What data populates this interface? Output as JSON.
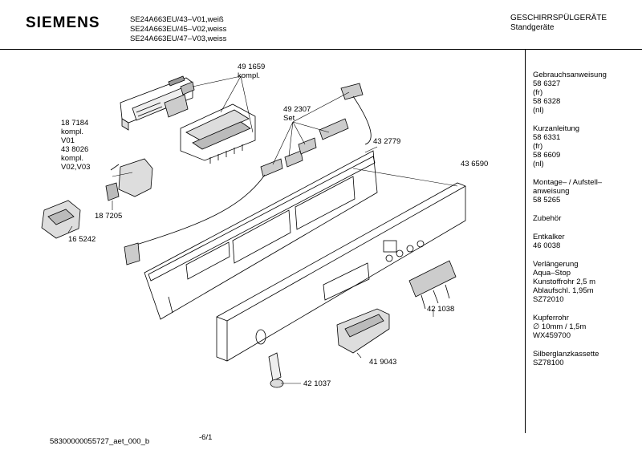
{
  "header": {
    "brand": "SIEMENS",
    "models": [
      "SE24A663EU/43–V01,weiß",
      "SE24A663EU/45–V02,weiss",
      "SE24A663EU/47–V03,weiss"
    ],
    "category": "GESCHIRRSPÜLGERÄTE",
    "subcategory": "Standgeräte"
  },
  "part_labels": {
    "p491659": [
      "49 1659",
      "kompl."
    ],
    "p492307": [
      "49 2307",
      "Set"
    ],
    "p432779": "43 2779",
    "p436590": "43 6590",
    "p187184": [
      "18 7184",
      "kompl.",
      "V01",
      "43 8026",
      "kompl.",
      "V02,V03"
    ],
    "p187205": "18 7205",
    "p165242": "16 5242",
    "p421038": "42 1038",
    "p419043": "41 9043",
    "p421037": "42 1037"
  },
  "sidebar": [
    {
      "title": "Gebrauchsanweisung",
      "lines": [
        "58 6327",
        "(fr)",
        "58 6328",
        "(nl)"
      ]
    },
    {
      "title": "Kurzanleitung",
      "lines": [
        "58 6331",
        "(fr)",
        "58 6609",
        "(nl)"
      ]
    },
    {
      "title": "Montage– / Aufstell–",
      "lines": [
        "anweisung",
        "58 5265"
      ]
    },
    {
      "title": "Zubehör",
      "lines": []
    },
    {
      "title": "Entkalker",
      "lines": [
        "46 0038"
      ]
    },
    {
      "title": "Verlängerung",
      "lines": [
        "Aqua–Stop",
        "Kunstoffrohr 2,5 m",
        "Ablaufschl. 1,95m",
        "SZ72010"
      ]
    },
    {
      "title": "Kupferrohr",
      "lines": [
        "∅ 10mm / 1,5m",
        "WX459700"
      ]
    },
    {
      "title": "Silberglanzkassette",
      "lines": [
        "SZ78100"
      ]
    }
  ],
  "footer": {
    "doc_id": "58300000055727_aet_000_b",
    "page": "-6/1"
  }
}
